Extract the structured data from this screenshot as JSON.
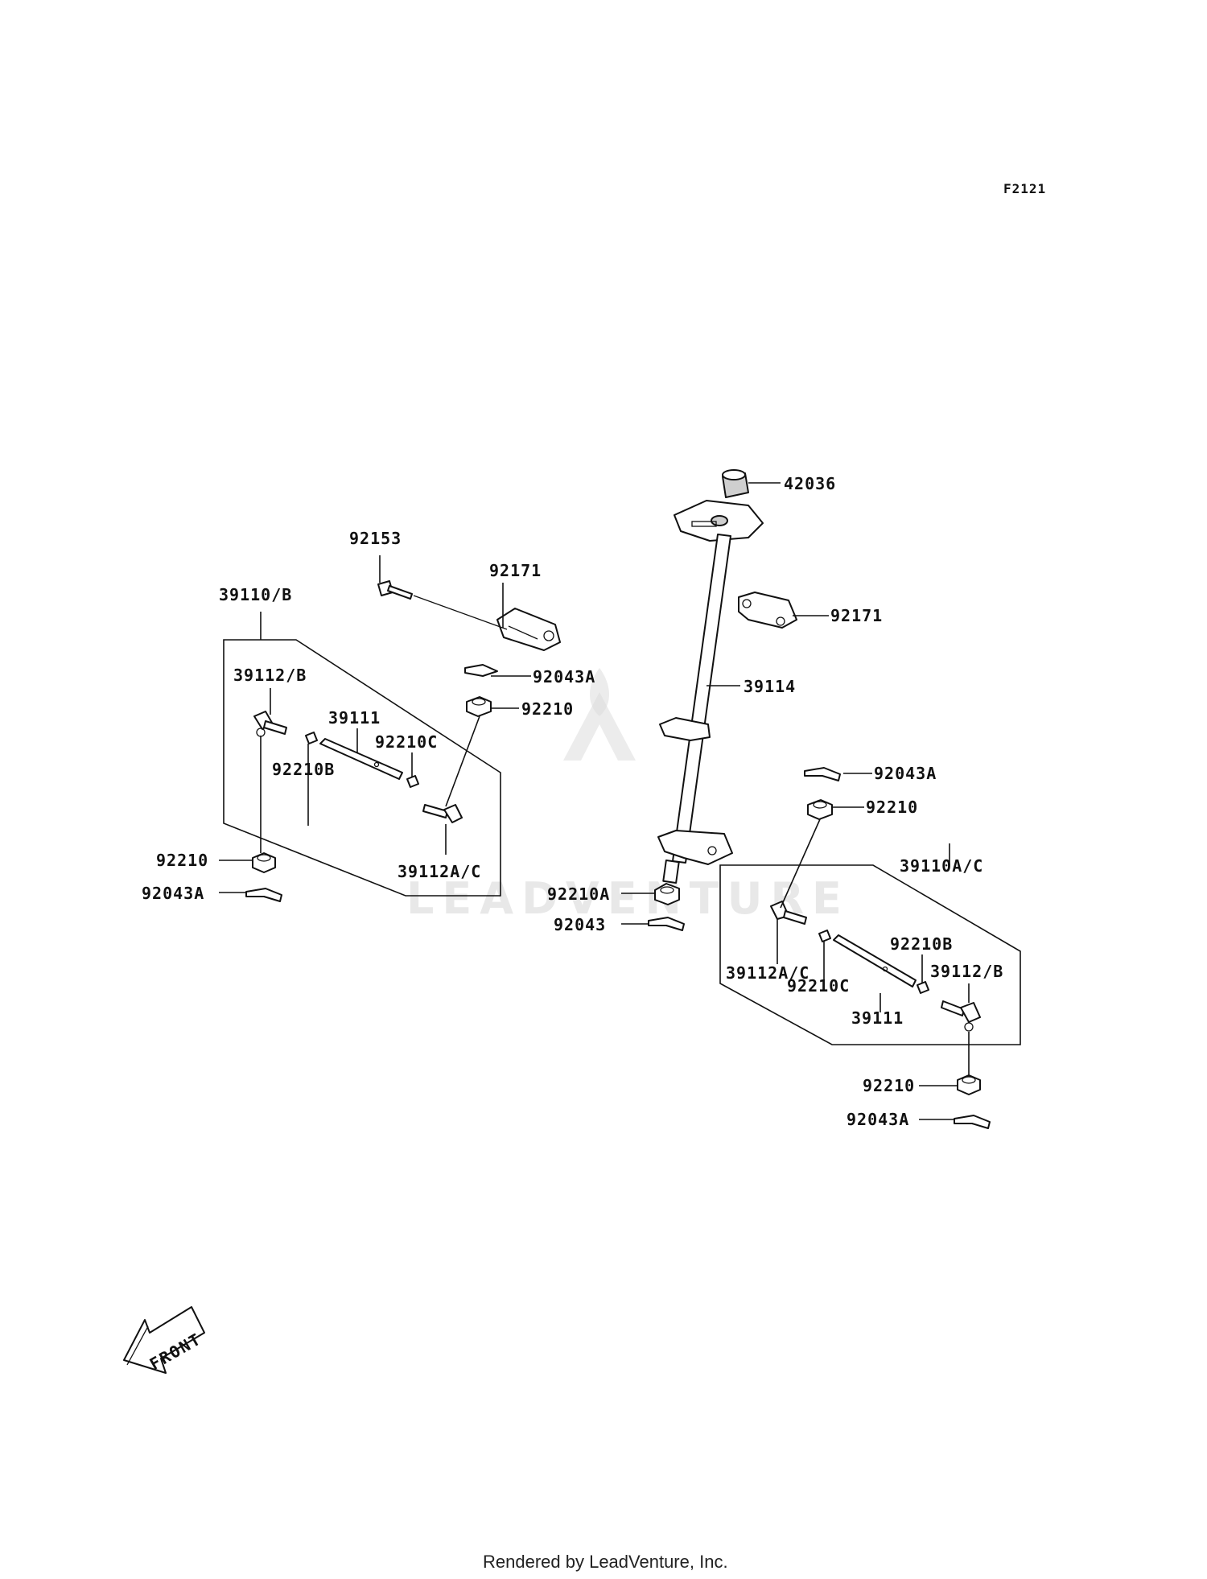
{
  "figure_code": "F2121",
  "footer": "Rendered by LeadVenture, Inc.",
  "watermark": "LEADVENTURE",
  "front_arrow": "FRONT",
  "labels": {
    "p42036": "42036",
    "p92171_top": "92171",
    "p92171_right": "92171",
    "p92153": "92153",
    "p39114": "39114",
    "p92043A_mid": "92043A",
    "p92210_mid": "92210",
    "p39110B": "39110/B",
    "p39112B_left": "39112/B",
    "p39111_left": "39111",
    "p92210C_left": "92210C",
    "p92210B_left": "92210B",
    "p39112AC_left": "39112A/C",
    "p92210_left": "92210",
    "p92043A_left": "92043A",
    "p92043A_right": "92043A",
    "p92210_right": "92210",
    "p39110AC": "39110A/C",
    "p92210A": "92210A",
    "p92043": "92043",
    "p92210B_right": "92210B",
    "p39112AC_right": "39112A/C",
    "p39112B_right": "39112/B",
    "p92210C_right": "92210C",
    "p39111_right": "39111",
    "p92210_bottom": "92210",
    "p92043A_bottom": "92043A"
  }
}
